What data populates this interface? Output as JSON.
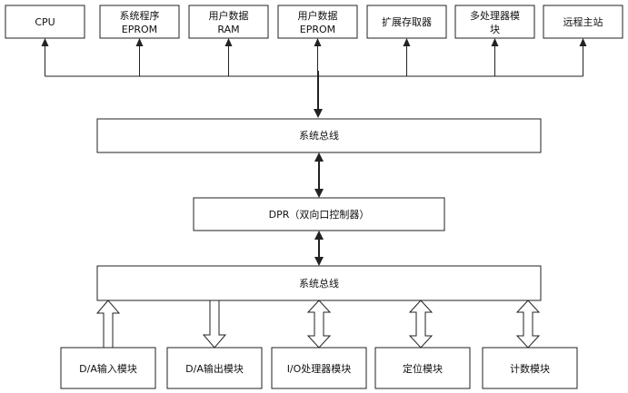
{
  "top_modules": [
    {
      "id": "cpu",
      "lines": [
        "CPU"
      ]
    },
    {
      "id": "system-eprom",
      "lines": [
        "系统程序",
        "EPROM"
      ]
    },
    {
      "id": "user-ram",
      "lines": [
        "用户数据",
        "RAM"
      ]
    },
    {
      "id": "user-eprom",
      "lines": [
        "用户数据",
        "EPROM"
      ]
    },
    {
      "id": "ext-memory",
      "lines": [
        "扩展存取器"
      ]
    },
    {
      "id": "multi-processor",
      "lines": [
        "多处理器模",
        "块"
      ]
    },
    {
      "id": "remote-station",
      "lines": [
        "远程主站"
      ]
    }
  ],
  "upper_bus": {
    "label": "系统总线"
  },
  "dpr": {
    "label": "DPR（双向口控制器）"
  },
  "lower_bus": {
    "label": "系统总线"
  },
  "bottom_modules": [
    {
      "id": "da-input",
      "label": "D/A输入模块",
      "arrow": "up"
    },
    {
      "id": "da-output",
      "label": "D/A输出模块",
      "arrow": "down"
    },
    {
      "id": "io-processor",
      "label": "I/O处理器模块",
      "arrow": "both"
    },
    {
      "id": "positioning",
      "label": "定位模块",
      "arrow": "both"
    },
    {
      "id": "counter",
      "label": "计数模块",
      "arrow": "both"
    }
  ]
}
